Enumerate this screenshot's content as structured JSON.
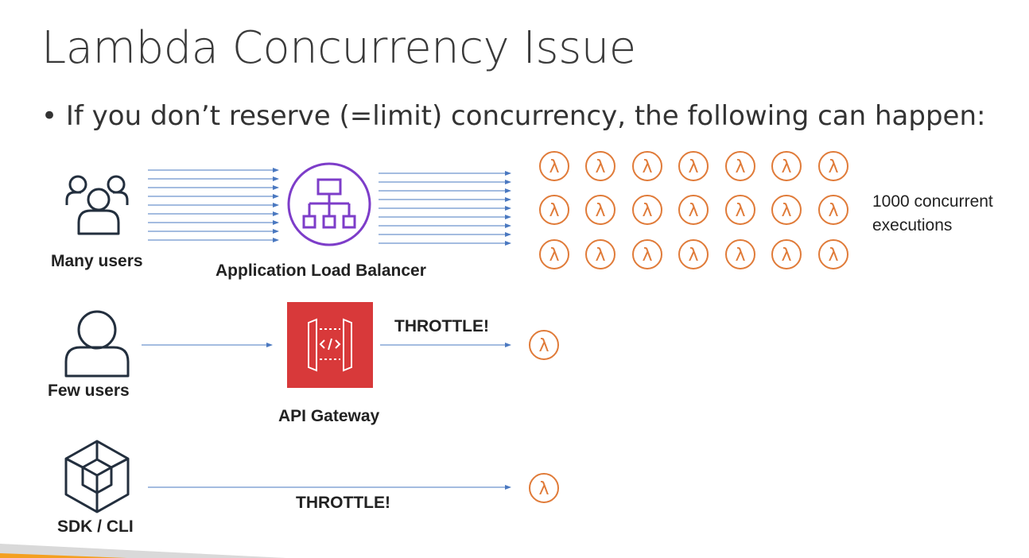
{
  "title": "Lambda Concurrency Issue",
  "bullet": "If you don’t reserve (=limit) concurrency, the following can happen:",
  "row1": {
    "source_label": "Many users",
    "middle_label": "Application Load Balancer",
    "result_note_line1": "1000 concurrent",
    "result_note_line2": "executions"
  },
  "row2": {
    "source_label": "Few users",
    "middle_label": "API Gateway",
    "edge_label": "THROTTLE!"
  },
  "row3": {
    "source_label": "SDK / CLI",
    "edge_label": "THROTTLE!"
  },
  "colors": {
    "arrow": "#4a78c0",
    "lambda": "#e07b39",
    "alb": "#7d3dc9",
    "api_gateway": "#d8393a",
    "icon_dark": "#232f3e",
    "footer": "#f4a020"
  },
  "icons": {
    "users": "users-group-icon",
    "user": "user-icon",
    "sdk": "sdk-cube-icon",
    "alb": "load-balancer-icon",
    "api": "api-gateway-icon",
    "lambda": "lambda-icon"
  }
}
